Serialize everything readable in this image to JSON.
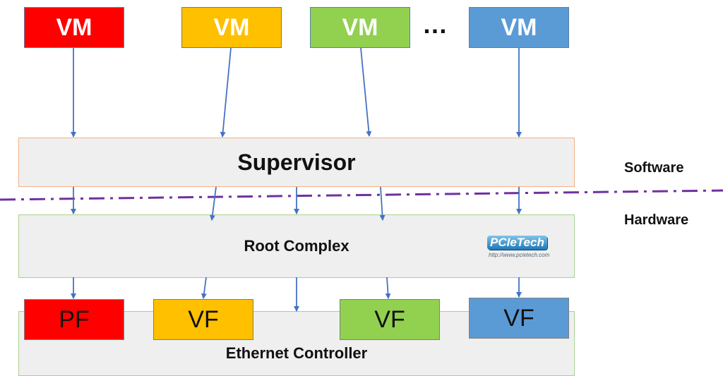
{
  "vms": [
    {
      "label": "VM",
      "color": "#ff0000"
    },
    {
      "label": "VM",
      "color": "#ffc000"
    },
    {
      "label": "VM",
      "color": "#92d050"
    },
    {
      "label": "VM",
      "color": "#5b9bd5"
    }
  ],
  "ellipsis": "…",
  "supervisor": {
    "label": "Supervisor"
  },
  "root_complex": {
    "label": "Root Complex"
  },
  "ethernet_controller": {
    "label": "Ethernet Controller"
  },
  "functions": [
    {
      "label": "PF",
      "color": "#ff0000"
    },
    {
      "label": "VF",
      "color": "#ffc000"
    },
    {
      "label": "VF",
      "color": "#92d050"
    },
    {
      "label": "VF",
      "color": "#5b9bd5"
    }
  ],
  "layers": {
    "software": "Software",
    "hardware": "Hardware"
  },
  "logo": {
    "brand": "PCIeTech",
    "url": "http://www.pcietech.com"
  },
  "colors": {
    "arrow": "#4472c4",
    "divider": "#7030a0"
  }
}
